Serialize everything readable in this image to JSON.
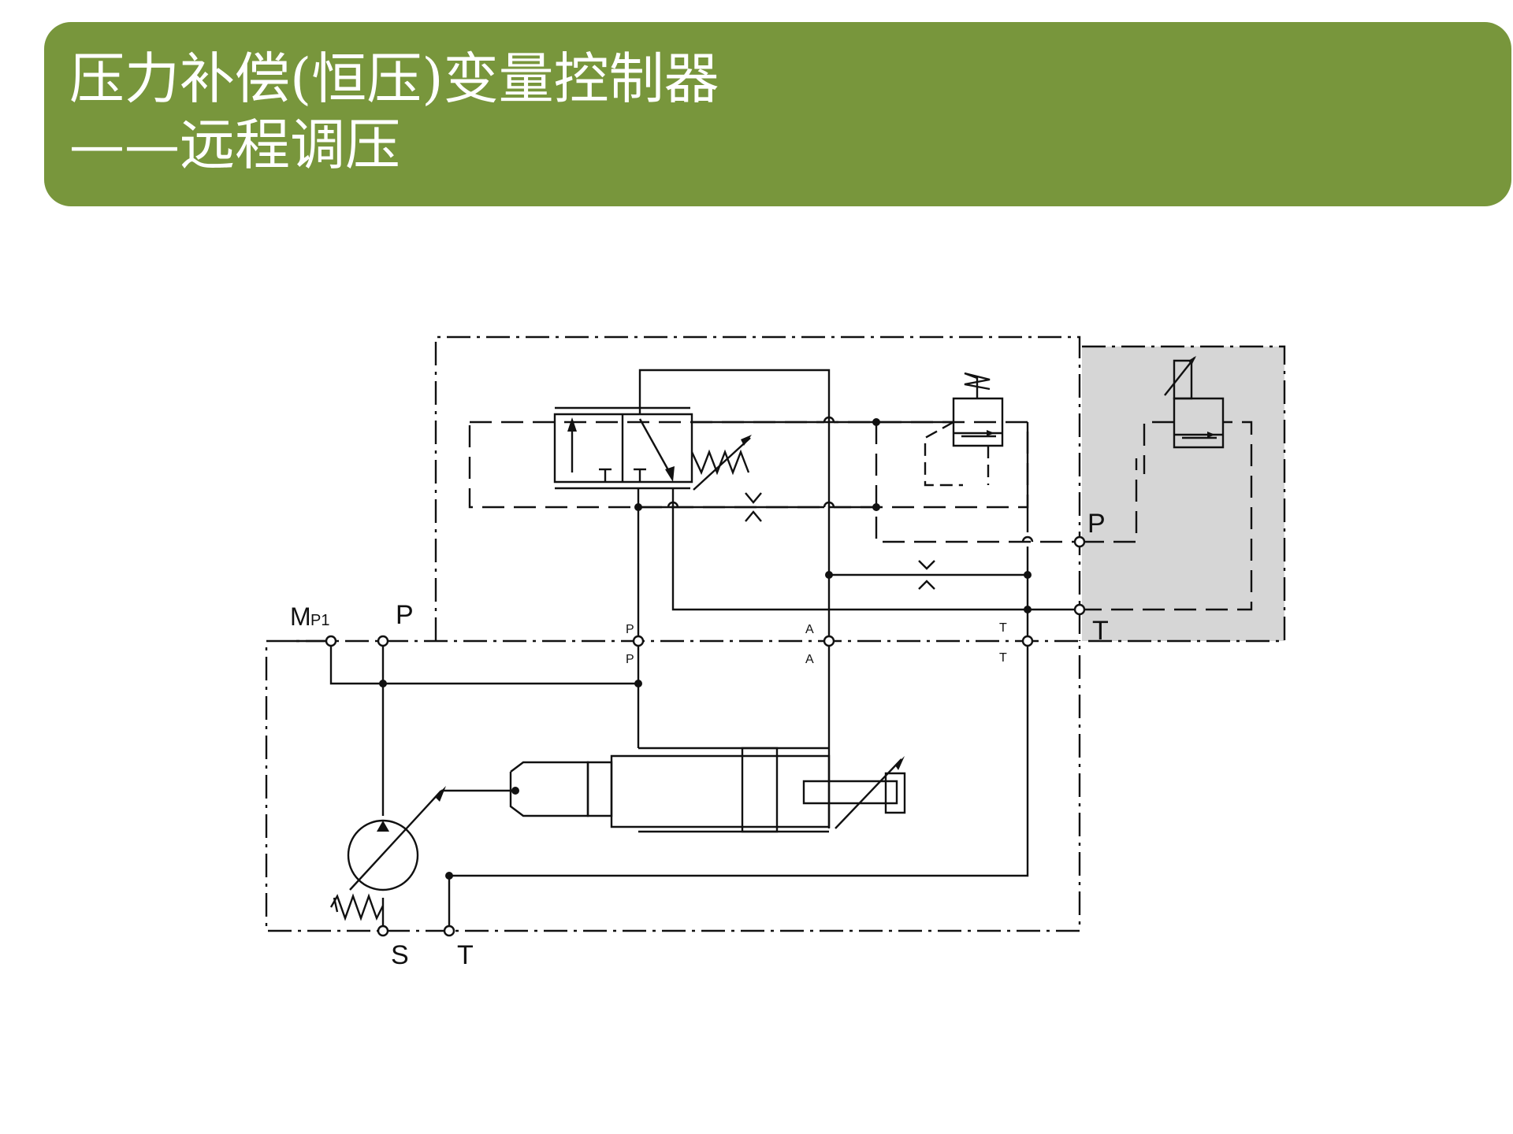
{
  "title": {
    "line1": "压力补偿(恒压)变量控制器",
    "line2": "——远程调压"
  },
  "colors": {
    "banner": "#78963c",
    "banner_text": "#ffffff",
    "remote_box": "#d6d6d6",
    "lines": "#111111"
  },
  "ports": {
    "mp1": "M",
    "mp1_sub": "P1",
    "p_main": "P",
    "s": "S",
    "t_main": "T",
    "p_remote": "P",
    "t_remote": "T",
    "p_inner_top": "P",
    "p_inner_bottom": "P",
    "a_inner_top": "A",
    "a_inner_bottom": "A",
    "t_inner_top": "T",
    "t_inner_bottom": "T",
    "t_valve_1": "T",
    "t_valve_2": "T"
  }
}
